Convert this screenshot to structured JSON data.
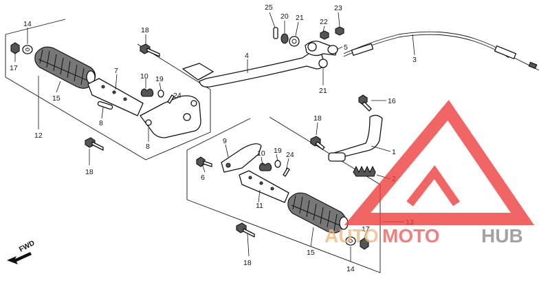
{
  "diagram": {
    "labels": {
      "l25": "25",
      "l20": "20",
      "l21a": "21",
      "l22": "22",
      "l23": "23",
      "l18a": "18",
      "l14a": "14",
      "l17a": "17",
      "l4": "4",
      "l5": "5",
      "l3": "3",
      "l7": "7",
      "l10a": "10",
      "l19a": "19",
      "l24a": "24",
      "l21b": "21",
      "l15a": "15",
      "l16": "16",
      "l12": "12",
      "l8a": "8",
      "l8b": "8",
      "l18b": "18",
      "l1": "1",
      "l9": "9",
      "l10b": "10",
      "l19b": "19",
      "l24b": "24",
      "l18c": "18",
      "l6": "6",
      "l2": "2",
      "l11": "11",
      "l13": "13",
      "l17b": "17",
      "l15b": "15",
      "l18d": "18",
      "l14b": "14"
    },
    "direction_marker": "FWD",
    "watermark": {
      "text_parts": [
        "AUTO",
        "MOTO",
        "HUB"
      ],
      "colors": {
        "auto": "#f2b880",
        "moto": "#ee5c5c",
        "hub": "#8a8a8a",
        "triangle": "#ef3b3b"
      }
    }
  }
}
